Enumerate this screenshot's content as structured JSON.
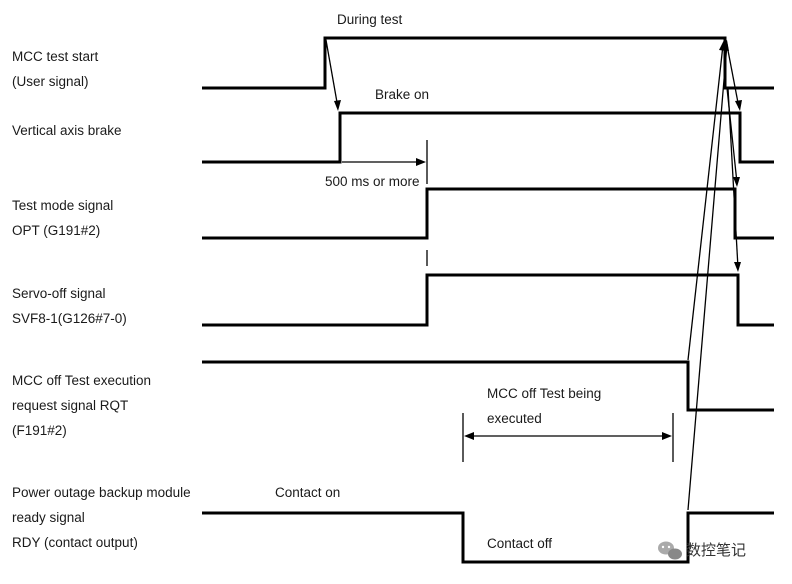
{
  "signals": [
    {
      "lines": [
        "MCC test start",
        "(User signal)"
      ]
    },
    {
      "lines": [
        "Vertical axis brake"
      ]
    },
    {
      "lines": [
        "Test mode signal",
        "OPT (G191#2)"
      ]
    },
    {
      "lines": [
        "Servo-off signal",
        "SVF8-1(G126#7-0)"
      ]
    },
    {
      "lines": [
        "MCC off Test execution",
        "request  signal  RQT",
        "(F191#2)"
      ]
    },
    {
      "lines": [
        "Power outage backup module",
        "ready signal",
        "RDY (contact output)"
      ]
    }
  ],
  "annotations": {
    "during_test": "During test",
    "brake_on": "Brake on",
    "delay": "500 ms or more",
    "executing_1": "MCC  off  Test  being",
    "executing_2": "executed",
    "contact_on": "Contact on",
    "contact_off": "Contact off"
  },
  "watermark": {
    "text": "数控笔记",
    "icon": "wechat-icon"
  }
}
